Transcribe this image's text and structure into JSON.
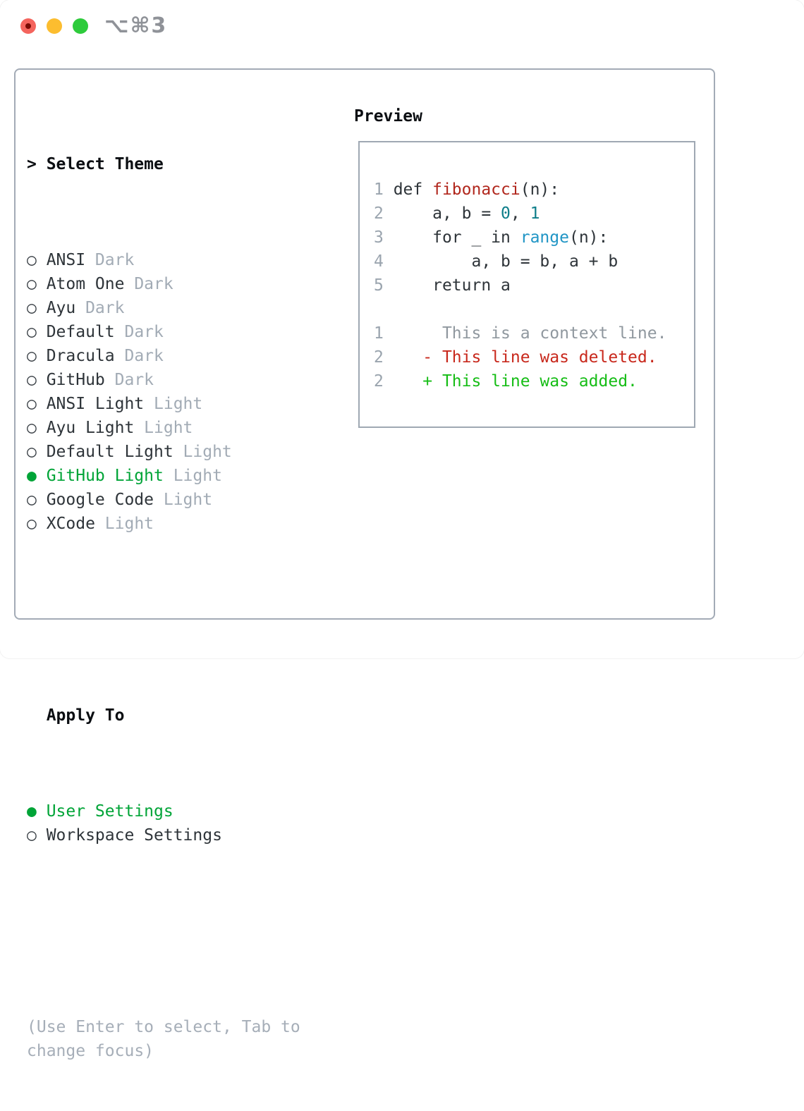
{
  "window": {
    "title_shortcut": "⌥⌘3",
    "traffic_lights": [
      {
        "name": "close",
        "color": "#f4645d",
        "has_dot": true
      },
      {
        "name": "minimize",
        "color": "#fcbd2f",
        "has_dot": false
      },
      {
        "name": "zoom",
        "color": "#2ecb3c",
        "has_dot": false
      }
    ]
  },
  "colors": {
    "accent_green": "#00a437",
    "diff_added_green": "#16bd16",
    "diff_deleted_red": "#c8281c",
    "function_red": "#b1271d",
    "number_teal": "#0e7e8a",
    "builtin_blue": "#2095c5",
    "muted_gray": "#a2abb5",
    "panel_border": "#a3abb6"
  },
  "theme_selector": {
    "header": {
      "prompt": ">",
      "label": "Select Theme"
    },
    "unselected_marker": "○",
    "selected_marker": "●",
    "items": [
      {
        "name": "ANSI",
        "tag": "Dark",
        "selected": false
      },
      {
        "name": "Atom One",
        "tag": "Dark",
        "selected": false
      },
      {
        "name": "Ayu",
        "tag": "Dark",
        "selected": false
      },
      {
        "name": "Default",
        "tag": "Dark",
        "selected": false
      },
      {
        "name": "Dracula",
        "tag": "Dark",
        "selected": false
      },
      {
        "name": "GitHub",
        "tag": "Dark",
        "selected": false
      },
      {
        "name": "ANSI Light",
        "tag": "Light",
        "selected": false
      },
      {
        "name": "Ayu Light",
        "tag": "Light",
        "selected": false
      },
      {
        "name": "Default Light",
        "tag": "Light",
        "selected": false
      },
      {
        "name": "GitHub Light",
        "tag": "Light",
        "selected": true
      },
      {
        "name": "Google Code",
        "tag": "Light",
        "selected": false
      },
      {
        "name": "XCode",
        "tag": "Light",
        "selected": false
      }
    ]
  },
  "apply_to": {
    "label": "Apply To",
    "options": [
      {
        "name": "User Settings",
        "selected": true
      },
      {
        "name": "Workspace Settings",
        "selected": false
      }
    ]
  },
  "help_text": "(Use Enter to select, Tab to change focus)",
  "preview": {
    "label": "Preview",
    "lines": [
      {
        "segments": [
          {
            "text": "1 ",
            "color": "lineno"
          },
          {
            "text": "def ",
            "color": "code"
          },
          {
            "text": "fibonacci",
            "color": "function"
          },
          {
            "text": "(n):",
            "color": "code"
          }
        ]
      },
      {
        "segments": [
          {
            "text": "2 ",
            "color": "lineno"
          },
          {
            "text": "    a, b = ",
            "color": "code"
          },
          {
            "text": "0",
            "color": "number"
          },
          {
            "text": ", ",
            "color": "code"
          },
          {
            "text": "1",
            "color": "number"
          }
        ]
      },
      {
        "segments": [
          {
            "text": "3 ",
            "color": "lineno"
          },
          {
            "text": "    for _ in ",
            "color": "code"
          },
          {
            "text": "range",
            "color": "builtin"
          },
          {
            "text": "(n):",
            "color": "code"
          }
        ]
      },
      {
        "segments": [
          {
            "text": "4 ",
            "color": "lineno"
          },
          {
            "text": "        a, b = b, a + b",
            "color": "code"
          }
        ]
      },
      {
        "segments": [
          {
            "text": "5 ",
            "color": "lineno"
          },
          {
            "text": "    return a",
            "color": "code"
          }
        ]
      },
      {
        "segments": []
      },
      {
        "segments": [
          {
            "text": "1 ",
            "color": "lineno"
          },
          {
            "text": "     This is a context line.",
            "color": "context"
          }
        ]
      },
      {
        "segments": [
          {
            "text": "2 ",
            "color": "lineno"
          },
          {
            "text": "   - This line was deleted.",
            "color": "deleted"
          }
        ]
      },
      {
        "segments": [
          {
            "text": "2 ",
            "color": "lineno"
          },
          {
            "text": "   + This line was added.",
            "color": "added"
          }
        ]
      }
    ]
  }
}
